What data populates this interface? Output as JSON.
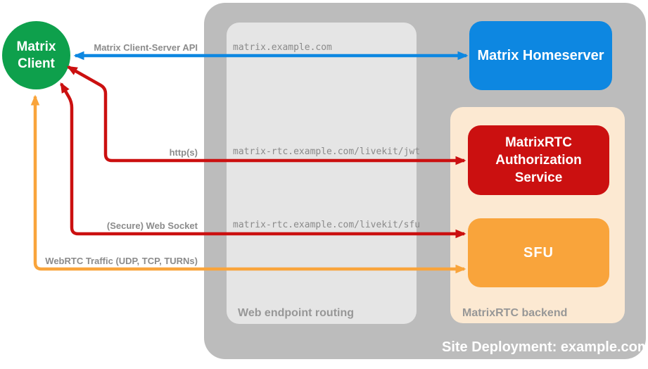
{
  "site_deployment": {
    "label": "Site Deployment: example.com",
    "bg": "#bcbcbc"
  },
  "web_endpoint_routing": {
    "label": "Web endpoint routing",
    "bg": "#e5e5e5"
  },
  "matrixrtc_backend": {
    "label": "MatrixRTC backend",
    "bg": "#fce9d2"
  },
  "nodes": {
    "matrix_client": {
      "label": "Matrix Client",
      "bg": "#0ea04c"
    },
    "matrix_homeserver": {
      "label": "Matrix Homeserver",
      "bg": "#0d87e1"
    },
    "matrixrtc_authorization_service": {
      "label": "MatrixRTC Authorization Service",
      "bg": "#cb1010"
    },
    "sfu": {
      "label": "SFU",
      "bg": "#f9a43b"
    }
  },
  "connections": [
    {
      "label": "Matrix Client-Server API",
      "endpoint": "matrix.example.com",
      "color": "#0d87e1",
      "direction": "bidirectional",
      "from": "matrix-client",
      "to": "matrix-homeserver"
    },
    {
      "label": "http(s)",
      "endpoint": "matrix-rtc.example.com/livekit/jwt",
      "color": "#cb1010",
      "direction": "bidirectional",
      "from": "matrix-client",
      "to": "matrixrtc-authorization-service"
    },
    {
      "label": "(Secure) Web Socket",
      "endpoint": "matrix-rtc.example.com/livekit/sfu",
      "color": "#cb1010",
      "direction": "bidirectional",
      "from": "matrix-client",
      "to": "sfu"
    },
    {
      "label": "WebRTC Traffic (UDP, TCP, TURNs)",
      "color": "#f9a43b",
      "direction": "bidirectional",
      "from": "matrix-client",
      "to": "sfu"
    }
  ]
}
